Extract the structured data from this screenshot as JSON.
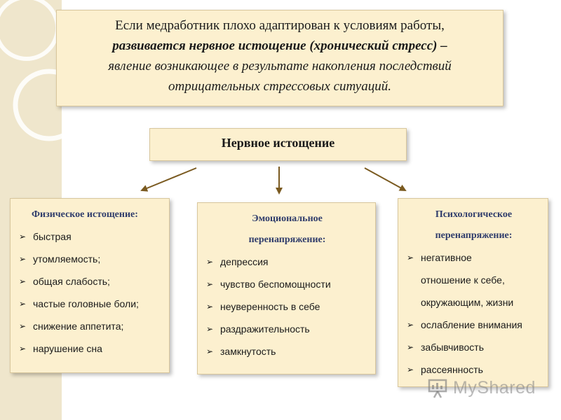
{
  "intro": {
    "line1": "Если медработник плохо адаптирован к условиям работы,",
    "line2": "развивается нервное истощение (хронический стресс) –",
    "line3": "явление возникающее в результате накопления последствий",
    "line4": "отрицательных стрессовых ситуаций."
  },
  "center": {
    "label": "Нервное истощение"
  },
  "columns": [
    {
      "title": "Физическое истощение:",
      "items": [
        "быстрая",
        "утомляемость;",
        "общая слабость;",
        "частые головные боли;",
        "снижение аппетита;",
        "нарушение сна"
      ]
    },
    {
      "title_line1": "Эмоциональное",
      "title_line2": "перенапряжение:",
      "items": [
        "депрессия",
        "чувство беспомощности",
        "неуверенность в себе",
        "раздражительность",
        "замкнутость"
      ]
    },
    {
      "title_line1": "Психологическое",
      "title_line2": "перенапряжение:",
      "item1_line1": "негативное",
      "item1_line2": "отношение к себе,",
      "item1_line3": "окружающим, жизни",
      "items_rest": [
        "ослабление внимания",
        "забывчивость",
        "рассеянность"
      ]
    }
  ],
  "watermark": {
    "text": "MyShared"
  },
  "colors": {
    "box_fill": "#fcf0cf",
    "title_blue": "#2f3c6b",
    "arrow": "#7a5a20",
    "band": "#efe6cc"
  },
  "icons": {
    "bullet": "arrow-bullet-icon",
    "watermark": "presentation-board-icon"
  }
}
